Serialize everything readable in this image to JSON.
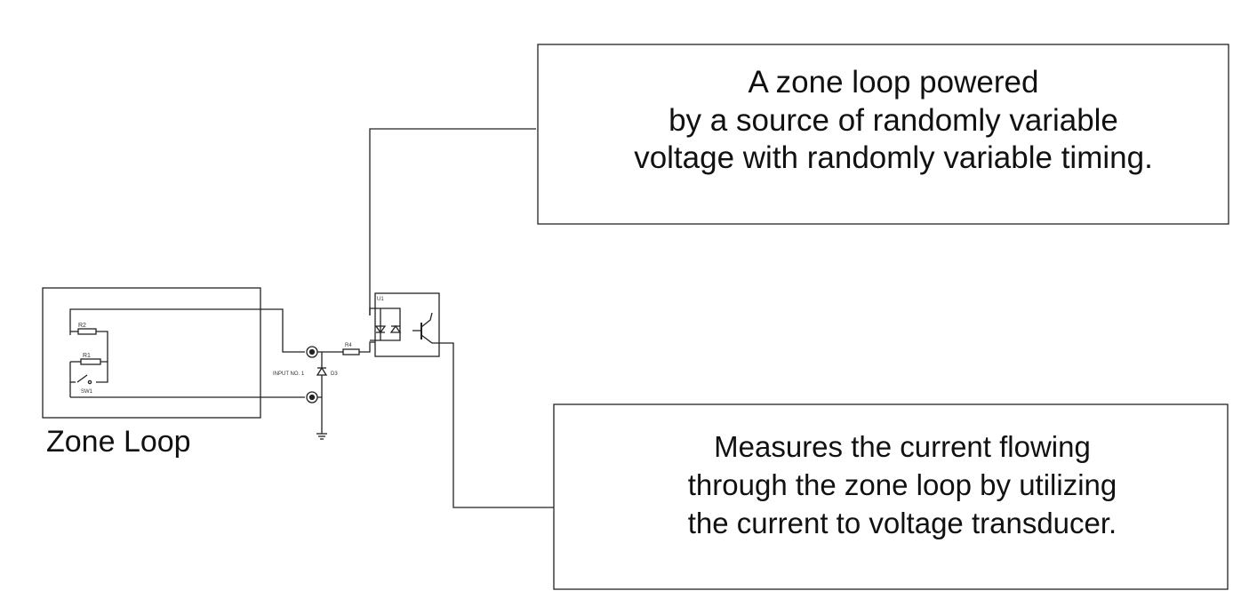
{
  "diagram": {
    "zone_loop_label": "Zone Loop",
    "top_note": {
      "lines": [
        "A zone loop powered",
        "by a source of randomly variable",
        "voltage with randomly variable timing."
      ]
    },
    "bottom_note": {
      "lines": [
        "Measures the current flowing",
        "through the zone loop by utilizing",
        "the current to voltage transducer."
      ]
    },
    "components": {
      "r1": "R1",
      "r2": "R2",
      "r4": "R4",
      "switch": "SW1",
      "input": "INPUT NO. 1",
      "diode": "D3",
      "optocoupler": "U1"
    }
  }
}
